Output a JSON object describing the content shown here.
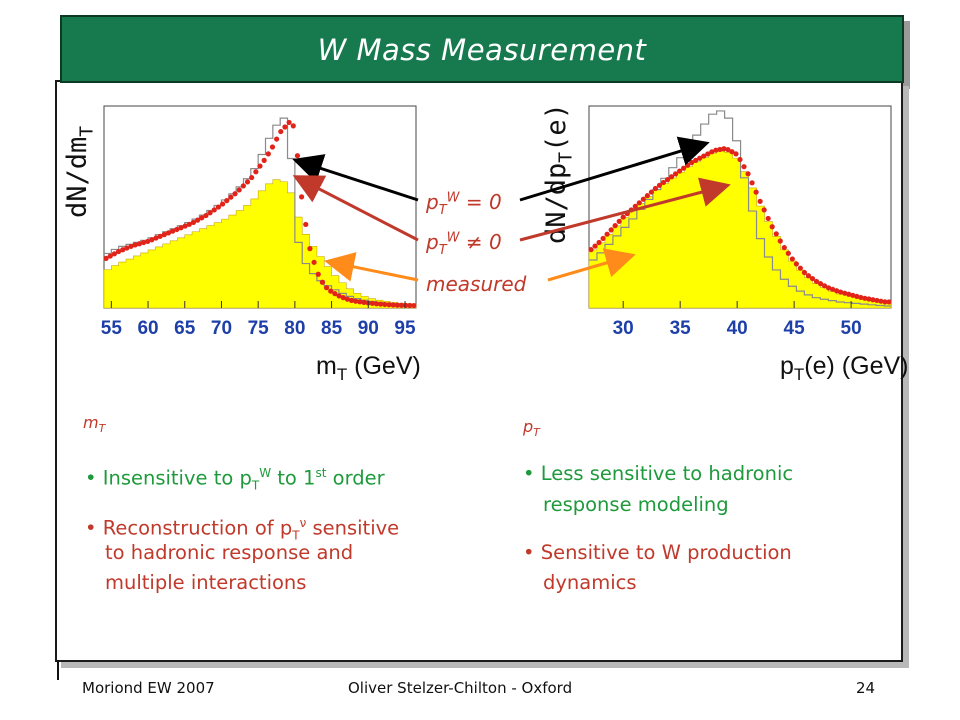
{
  "slide": {
    "title": "W Mass Measurement",
    "footer_left": "Moriond EW 2007",
    "footer_center": "Oliver Stelzer-Chilton - Oxford",
    "footer_right": "24"
  },
  "legend": {
    "zero": {
      "base": "p",
      "sub": "T",
      "sup": "W",
      "rest": " = 0"
    },
    "nonzero": {
      "base": "p",
      "sub": "T",
      "sup": "W",
      "rest": " ≠ 0"
    },
    "measured": "measured"
  },
  "left_panel": {
    "head_base": "m",
    "head_sub": "T",
    "bullet1": {
      "pre": "Insensitive to p",
      "sub": "T",
      "sup": "W",
      "mid": " to 1",
      "sup2": "st",
      "post": " order"
    },
    "bullet2_line1": {
      "pre": "Reconstruction of p",
      "sub": "T",
      "sup": "ν",
      "post": " sensitive"
    },
    "bullet2_line2": "to hadronic response and",
    "bullet2_line3": "multiple interactions"
  },
  "right_panel": {
    "head_base": "p",
    "head_sub": "T",
    "bullet1_line1": "Less sensitive to hadronic",
    "bullet1_line2": "response modeling",
    "bullet2_line1": "Sensitive to W production",
    "bullet2_line2": "dynamics"
  },
  "colors": {
    "title_bg": "#177a4f",
    "fill_measured": "#ffff00",
    "marker_nonzero": "#e2231a",
    "line_zero": "#8a8a8a",
    "arrow_zero": "#000000",
    "arrow_nonzero": "#c0392b",
    "arrow_measured": "#ff8c1a"
  },
  "chart_data": [
    {
      "type": "line",
      "ylabel_base": "dN/dm",
      "ylabel_sub": "T",
      "xlabel_base": "m",
      "xlabel_sub": "T",
      "xlabel_rest": " (GeV)",
      "xlim": [
        54,
        96.5
      ],
      "ylim": [
        0,
        1.0
      ],
      "xticks": [
        "55",
        "60",
        "65",
        "70",
        "75",
        "80",
        "85",
        "90",
        "95"
      ],
      "x": [
        54,
        56,
        58,
        60,
        62,
        64,
        66,
        68,
        70,
        72,
        74,
        75,
        76,
        77,
        78,
        79,
        79.5,
        80,
        81,
        82,
        83,
        84,
        85,
        86,
        87,
        88,
        90,
        92,
        94,
        96
      ],
      "series": [
        {
          "role": "zero",
          "values": [
            0.26,
            0.3,
            0.32,
            0.34,
            0.37,
            0.4,
            0.43,
            0.47,
            0.52,
            0.58,
            0.66,
            0.72,
            0.8,
            0.88,
            0.93,
            0.95,
            0.74,
            0.4,
            0.25,
            0.19,
            0.15,
            0.12,
            0.1,
            0.08,
            0.065,
            0.05,
            0.035,
            0.025,
            0.02,
            0.015
          ]
        },
        {
          "role": "nonzero",
          "values": [
            0.24,
            0.28,
            0.31,
            0.33,
            0.36,
            0.39,
            0.42,
            0.46,
            0.51,
            0.57,
            0.64,
            0.69,
            0.74,
            0.8,
            0.87,
            0.91,
            0.93,
            0.88,
            0.52,
            0.3,
            0.18,
            0.11,
            0.08,
            0.06,
            0.045,
            0.035,
            0.025,
            0.018,
            0.014,
            0.012
          ]
        },
        {
          "role": "measured",
          "values": [
            0.18,
            0.22,
            0.25,
            0.28,
            0.31,
            0.34,
            0.37,
            0.4,
            0.43,
            0.47,
            0.52,
            0.56,
            0.6,
            0.63,
            0.64,
            0.61,
            0.57,
            0.5,
            0.4,
            0.33,
            0.28,
            0.23,
            0.18,
            0.14,
            0.11,
            0.08,
            0.05,
            0.035,
            0.025,
            0.02
          ]
        }
      ]
    },
    {
      "type": "line",
      "ylabel_base": "dN/dp",
      "ylabel_sub": "T",
      "ylabel_rest": "(e)",
      "xlabel_base": "p",
      "xlabel_sub": "T",
      "xlabel_rest": "(e) (GeV)",
      "xlim": [
        27,
        53.5
      ],
      "ylim": [
        0,
        1.0
      ],
      "xticks": [
        "30",
        "35",
        "40",
        "45",
        "50"
      ],
      "x": [
        27,
        28,
        29,
        30,
        31,
        32,
        33,
        34,
        35,
        36,
        37,
        38,
        39,
        40,
        41,
        42,
        43,
        44,
        45,
        46,
        47,
        48,
        49,
        50,
        51,
        52,
        53
      ],
      "series": [
        {
          "role": "zero",
          "values": [
            0.22,
            0.27,
            0.33,
            0.39,
            0.45,
            0.52,
            0.59,
            0.67,
            0.74,
            0.82,
            0.9,
            0.97,
            0.98,
            0.82,
            0.55,
            0.35,
            0.22,
            0.15,
            0.1,
            0.07,
            0.05,
            0.04,
            0.03,
            0.025,
            0.02,
            0.015,
            0.01
          ]
        },
        {
          "role": "nonzero",
          "values": [
            0.28,
            0.33,
            0.39,
            0.45,
            0.5,
            0.55,
            0.6,
            0.64,
            0.68,
            0.72,
            0.75,
            0.78,
            0.79,
            0.76,
            0.66,
            0.53,
            0.41,
            0.31,
            0.23,
            0.17,
            0.13,
            0.1,
            0.08,
            0.065,
            0.05,
            0.04,
            0.03
          ]
        },
        {
          "role": "measured",
          "values": [
            0.27,
            0.32,
            0.38,
            0.44,
            0.49,
            0.54,
            0.59,
            0.63,
            0.67,
            0.71,
            0.74,
            0.77,
            0.78,
            0.74,
            0.64,
            0.51,
            0.4,
            0.3,
            0.22,
            0.16,
            0.12,
            0.09,
            0.07,
            0.06,
            0.045,
            0.035,
            0.025
          ]
        }
      ]
    }
  ]
}
